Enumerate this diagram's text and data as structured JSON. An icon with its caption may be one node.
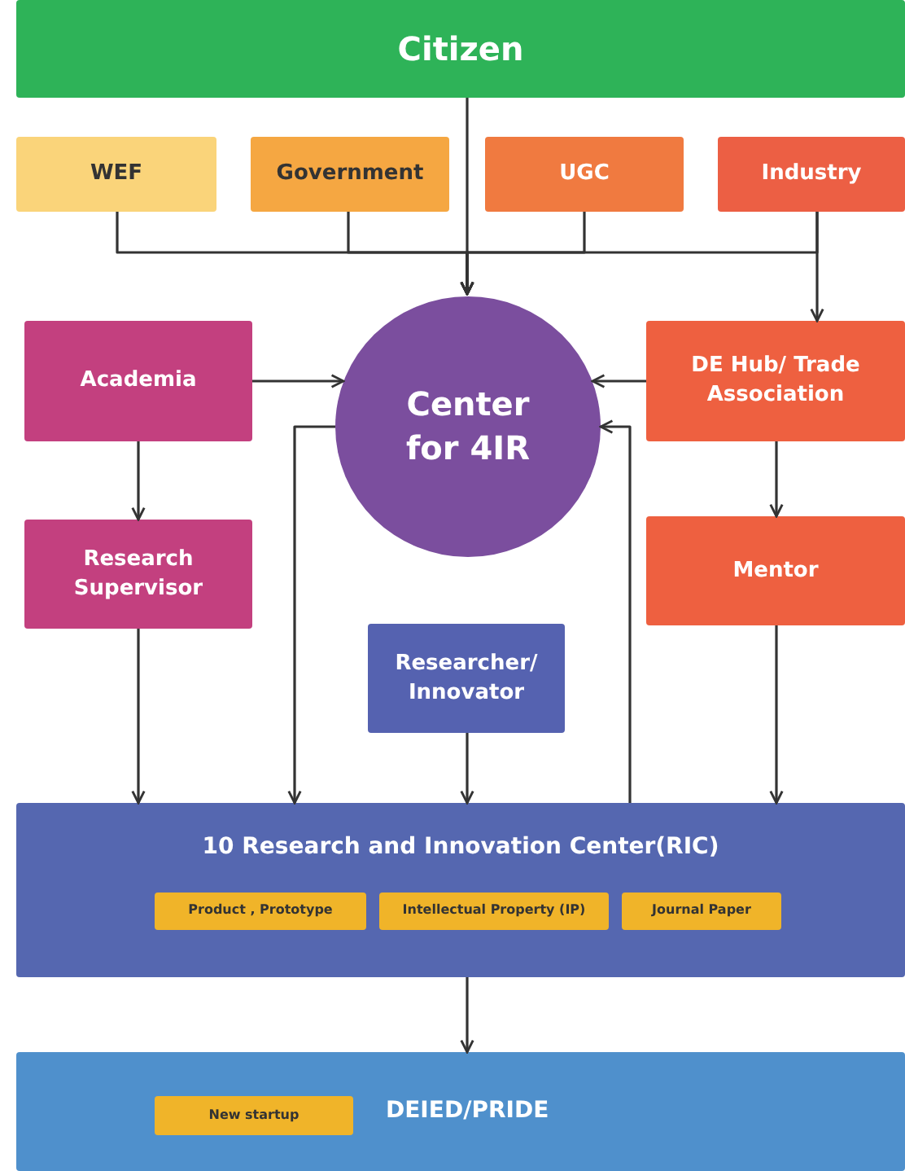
{
  "diagram": {
    "nodes": [
      {
        "text": [
          "Citizen"
        ]
      },
      {
        "text": [
          "WEF"
        ]
      },
      {
        "text": [
          "Government"
        ]
      },
      {
        "text": [
          "UGC"
        ]
      },
      {
        "text": [
          "Industry"
        ]
      },
      {
        "text": [
          "Academia"
        ]
      },
      {
        "text": [
          "Center for 4IR"
        ]
      },
      {
        "text": [
          "DE Hub/ Trade Association"
        ]
      },
      {
        "text": [
          "Research Supervisor"
        ]
      },
      {
        "text": [
          "Mentor"
        ]
      },
      {
        "text": [
          "Researcher/ Innovator"
        ]
      },
      {
        "text": [
          "10 Research and Innovation Center(RIC)"
        ]
      },
      {
        "text": [
          "Product , Prototype"
        ],
        "in": 11
      },
      {
        "text": [
          "Intellectual Property (IP)"
        ],
        "in": 11
      },
      {
        "text": [
          "Journal Paper"
        ],
        "in": 11
      },
      {
        "text": [
          "DEIED/PRIDE"
        ]
      },
      {
        "text": [
          "New startup"
        ],
        "in": 15
      }
    ],
    "edges": [
      {
        "from": 0,
        "to": 6,
        "arrow": "to"
      },
      {
        "from": 1,
        "to": 6,
        "arrow": "to"
      },
      {
        "from": 2,
        "to": 6,
        "arrow": "to"
      },
      {
        "from": 3,
        "to": 6,
        "arrow": "to"
      },
      {
        "from": 4,
        "to": 6,
        "arrow": "to"
      },
      {
        "from": 4,
        "to": 7,
        "arrow": "to"
      },
      {
        "from": 5,
        "to": 6,
        "arrow": "to"
      },
      {
        "from": 7,
        "to": 6,
        "arrow": "to"
      },
      {
        "from": 5,
        "to": 8,
        "arrow": "to"
      },
      {
        "from": 7,
        "to": 9,
        "arrow": "to"
      },
      {
        "from": 8,
        "to": 11,
        "arrow": "to"
      },
      {
        "from": 6,
        "to": 11,
        "arrow": "to"
      },
      {
        "from": 10,
        "to": 11,
        "arrow": "to"
      },
      {
        "from": 11,
        "to": 6,
        "arrow": "to"
      },
      {
        "from": 9,
        "to": 11,
        "arrow": "to"
      },
      {
        "from": 11,
        "to": 15,
        "arrow": "to"
      }
    ]
  }
}
